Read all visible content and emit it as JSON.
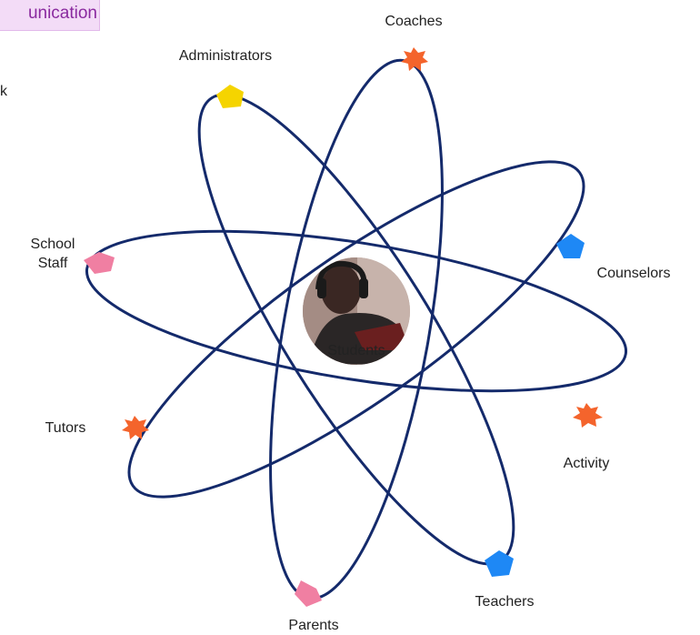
{
  "header": {
    "tag_text": "unication",
    "stray_char": "k"
  },
  "center": {
    "label": "Students"
  },
  "nodes": [
    {
      "id": "coaches",
      "label": "Coaches",
      "shape": "star",
      "color": "#f4642c"
    },
    {
      "id": "administrators",
      "label": "Administrators",
      "shape": "pentagon",
      "color": "#f5d400"
    },
    {
      "id": "school-staff",
      "label_line1": "School",
      "label_line2": "Staff",
      "shape": "pentagon",
      "color": "#f07fa2"
    },
    {
      "id": "counselors",
      "label": "Counselors",
      "shape": "pentagon",
      "color": "#1e88f5"
    },
    {
      "id": "tutors",
      "label": "Tutors",
      "shape": "star",
      "color": "#f4642c"
    },
    {
      "id": "activity",
      "label": "Activity",
      "shape": "star",
      "color": "#f4642c"
    },
    {
      "id": "teachers",
      "label": "Teachers",
      "shape": "pentagon",
      "color": "#1e88f5"
    },
    {
      "id": "parents",
      "label": "Parents",
      "shape": "pentagon",
      "color": "#f07fa2"
    }
  ],
  "colors": {
    "orbit": "#142a6b",
    "center_bg": "#b79a91",
    "label_text": "#222222"
  }
}
